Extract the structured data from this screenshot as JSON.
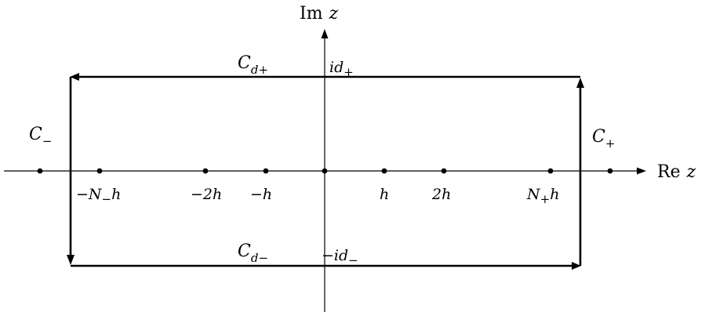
{
  "axes": {
    "imag_label": {
      "prefix": "Im",
      "var": "z"
    },
    "real_label": {
      "prefix": "Re",
      "var": "z"
    }
  },
  "contours": {
    "top": {
      "base": "C",
      "sub": "d+"
    },
    "bottom": {
      "base": "C",
      "sub": "d−"
    },
    "left": {
      "base": "C",
      "sub": "−"
    },
    "right": {
      "base": "C",
      "sub": "+"
    }
  },
  "imag_ticks": {
    "upper": {
      "pre": "",
      "base": "id",
      "sub": "+"
    },
    "lower": {
      "pre": "−",
      "base": "id",
      "sub": "−"
    }
  },
  "real_ticks": {
    "neg_N": {
      "pre": "−",
      "base": "N",
      "sub": "−",
      "post": "h"
    },
    "neg_2h": {
      "text": "−2h"
    },
    "neg_h": {
      "text": "−h"
    },
    "h": {
      "text": "h"
    },
    "two_h": {
      "text": "2h"
    },
    "pos_N": {
      "pre": "",
      "base": "N",
      "sub": "+",
      "post": "h"
    }
  }
}
